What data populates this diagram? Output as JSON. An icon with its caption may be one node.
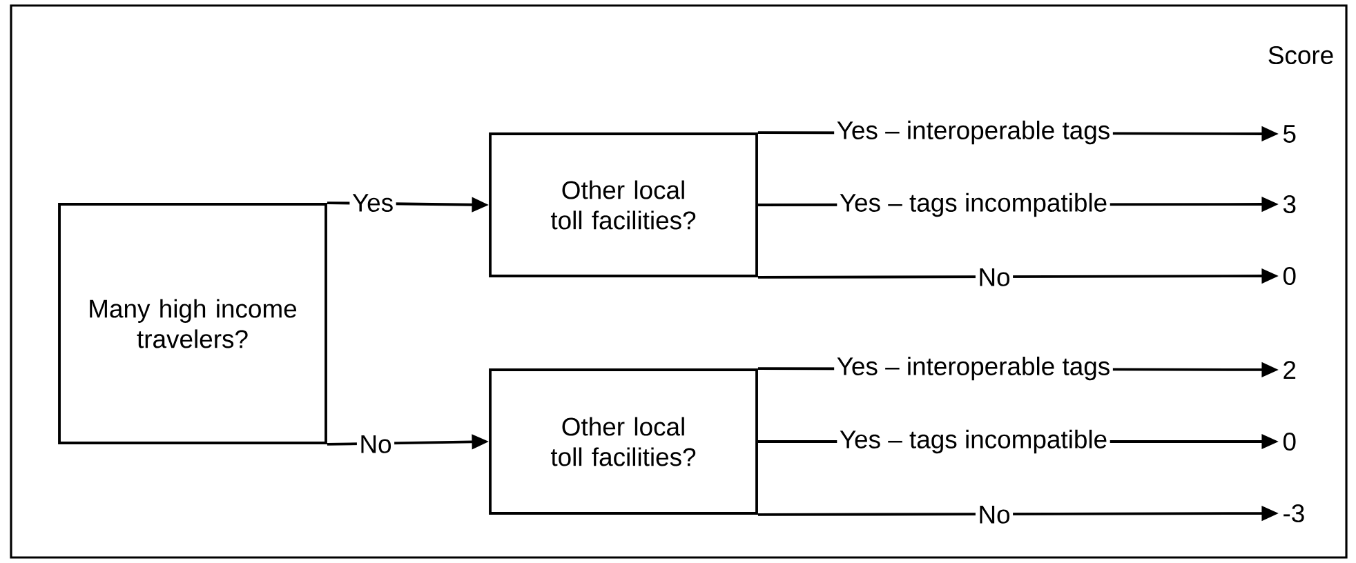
{
  "diagram": {
    "nodes": [
      {
        "text": [
          "Many high income travelers?"
        ]
      },
      {
        "text": [
          "Other local toll facilities?"
        ]
      },
      {
        "text": [
          "Other local toll facilities?"
        ]
      },
      {
        "text": [
          "5"
        ]
      },
      {
        "text": [
          "3"
        ]
      },
      {
        "text": [
          "0"
        ]
      },
      {
        "text": [
          "2"
        ]
      },
      {
        "text": [
          "0"
        ]
      },
      {
        "text": [
          "-3"
        ]
      }
    ],
    "edges": [
      {
        "from": 0,
        "to": 1,
        "arrow": "to",
        "label": "Yes"
      },
      {
        "from": 0,
        "to": 2,
        "arrow": "to",
        "label": "No"
      },
      {
        "from": 1,
        "to": 3,
        "arrow": "to",
        "label": "Yes – interoperable tags"
      },
      {
        "from": 1,
        "to": 4,
        "arrow": "to",
        "label": "Yes – tags incompatible"
      },
      {
        "from": 1,
        "to": 5,
        "arrow": "to",
        "label": "No"
      },
      {
        "from": 2,
        "to": 6,
        "arrow": "to",
        "label": "Yes – interoperable tags"
      },
      {
        "from": 2,
        "to": 7,
        "arrow": "to",
        "label": "Yes – tags incompatible"
      },
      {
        "from": 2,
        "to": 8,
        "arrow": "to",
        "label": "No"
      }
    ],
    "labels": [
      "Score"
    ]
  }
}
